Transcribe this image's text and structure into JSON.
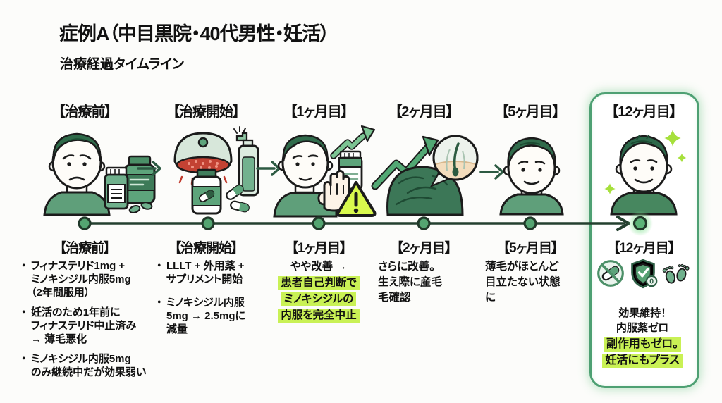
{
  "title": "症例A（中目黒院・40代男性・妊活）",
  "subtitle": "治療経過タイムライン",
  "bullet_char": "・",
  "colors": {
    "accent_green": "#5da47b",
    "hair_dark_green": "#2e6a49",
    "highlight_yellow_green": "#c9f155",
    "warning_yellow_green": "#d9f94d",
    "box_border_green": "#4ea073",
    "timeline_dark": "#24402f",
    "lllt_red": "#c34233"
  },
  "icons": {
    "no_oral_medication": "no-pill-icon",
    "shield_check": "shield-check-zero-icon",
    "shield_badge_text": "0",
    "baby_feet": "baby-feet-icon",
    "sparkle": "sparkle-icon",
    "warning": "warning-triangle-icon",
    "growth_arrow": "growth-arrow-icon"
  },
  "stages": [
    {
      "label": "【治療前】",
      "illustration": "worried-man-with-medicine-bottles",
      "bullets": [
        {
          "lines": [
            "フィナステリド1mg +",
            "ミノキシジル内服5mg",
            "（2年間服用）"
          ]
        },
        {
          "lines": [
            "妊活のため1年前に",
            "フィナステリド中止済み",
            "→ 薄毛悪化"
          ]
        },
        {
          "lines": [
            "ミノキシジル内服5mg",
            "のみ継続中だが効果弱い"
          ]
        }
      ]
    },
    {
      "label": "【治療開始】",
      "illustration": "lllt-device-spray-and-supplements",
      "bullets": [
        {
          "lines": [
            "LLLT + 外用薬 +",
            "サプリメント開始"
          ]
        },
        {
          "lines": [
            "ミノキシジル内服",
            "5mg → 2.5mgに",
            "減量"
          ]
        }
      ]
    },
    {
      "label": "【1ヶ月目】",
      "illustration": "man-stop-hand-bottle-warning",
      "lines": [
        {
          "text": "やや改善 →",
          "highlight": false
        },
        {
          "text": "患者自己判断で",
          "highlight": true
        },
        {
          "text": "ミノキシジルの",
          "highlight": true
        },
        {
          "text": "内服を完全中止",
          "highlight": true
        }
      ]
    },
    {
      "label": "【2ヶ月目】",
      "illustration": "growth-arrow-hair-follicle-closeup",
      "lines": [
        {
          "text": "さらに改善。",
          "highlight": false
        },
        {
          "text": "生え際に産毛",
          "highlight": false
        },
        {
          "text": "毛確認",
          "highlight": false
        }
      ]
    },
    {
      "label": "【5ヶ月目】",
      "illustration": "man-with-full-hair",
      "lines": [
        {
          "text": "薄毛がほとんど",
          "highlight": false
        },
        {
          "text": "目立たない状態",
          "highlight": false
        },
        {
          "text": "に",
          "highlight": false
        }
      ]
    },
    {
      "label": "【12ヶ月目】",
      "illustration": "smiling-man-with-sparkles",
      "icons": [
        "no-pill-icon",
        "shield-check-zero-icon",
        "baby-feet-icon"
      ],
      "lines": [
        {
          "text": "効果維持！",
          "highlight": false
        },
        {
          "text": "内服薬ゼロ",
          "highlight": false
        },
        {
          "text": "副作用もゼロ。",
          "highlight": true
        },
        {
          "text": "妊活にもプラス",
          "highlight": true
        }
      ]
    }
  ]
}
